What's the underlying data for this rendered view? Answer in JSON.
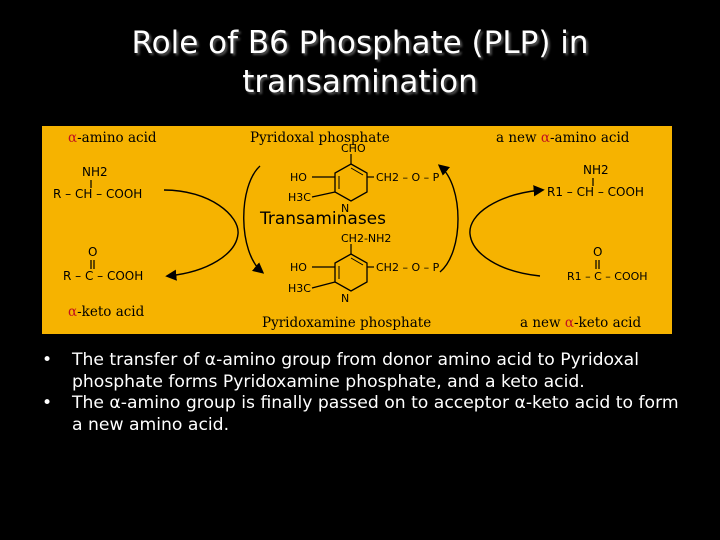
{
  "title": {
    "line1": "Role of B6 Phosphate (PLP) in",
    "line2": "transamination"
  },
  "diagram": {
    "top_left_label": {
      "alpha": "α",
      "text": "-amino acid"
    },
    "top_center_label": "Pyridoxal phosphate",
    "top_right_label": {
      "prefix": "a new ",
      "alpha": "α",
      "text": "-amino acid"
    },
    "bottom_left_label": {
      "alpha": "α",
      "text": "-keto acid"
    },
    "bottom_center_label": "Pyridoxamine phosphate",
    "bottom_right_label": {
      "prefix": "a new ",
      "alpha": "α",
      "text": "-keto acid"
    },
    "enzyme_label": "Transaminases",
    "chem": {
      "cho": "CHO",
      "ho": "HO",
      "h3c": "H3C",
      "ch2op": "CH2 – O – P",
      "n": "N",
      "ch2nh2": "CH2-NH2",
      "nh2": "NH2",
      "r_ch_cooh": "R – CH – COOH",
      "r1_ch_cooh": "R1 – CH – COOH",
      "o": "O",
      "r_c_cooh": "R – C – COOH",
      "r1_c_cooh": "R1 – C – COOH"
    }
  },
  "bullets": [
    "The transfer of  α-amino group from  donor amino acid to Pyridoxal phosphate forms Pyridoxamine phosphate, and a keto acid.",
    "The α-amino group is finally passed on to acceptor  α-keto acid to form a new amino acid."
  ],
  "bullet_symbol": "•",
  "colors": {
    "background": "#000000",
    "figure_bg": "#f6b300",
    "alpha": "#c1121f",
    "text": "#ffffff"
  }
}
